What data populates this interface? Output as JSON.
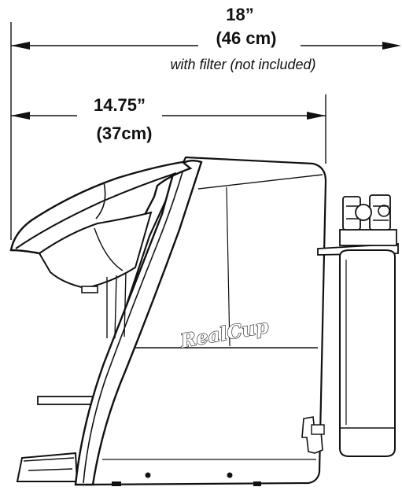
{
  "dimensions": {
    "total_width_in": "18”",
    "total_width_cm": "(46 cm)",
    "total_width_note": "with filter (not included)",
    "body_width_in": "14.75”",
    "body_width_cm": "(37cm)"
  },
  "product": {
    "logo": "RealCup"
  }
}
